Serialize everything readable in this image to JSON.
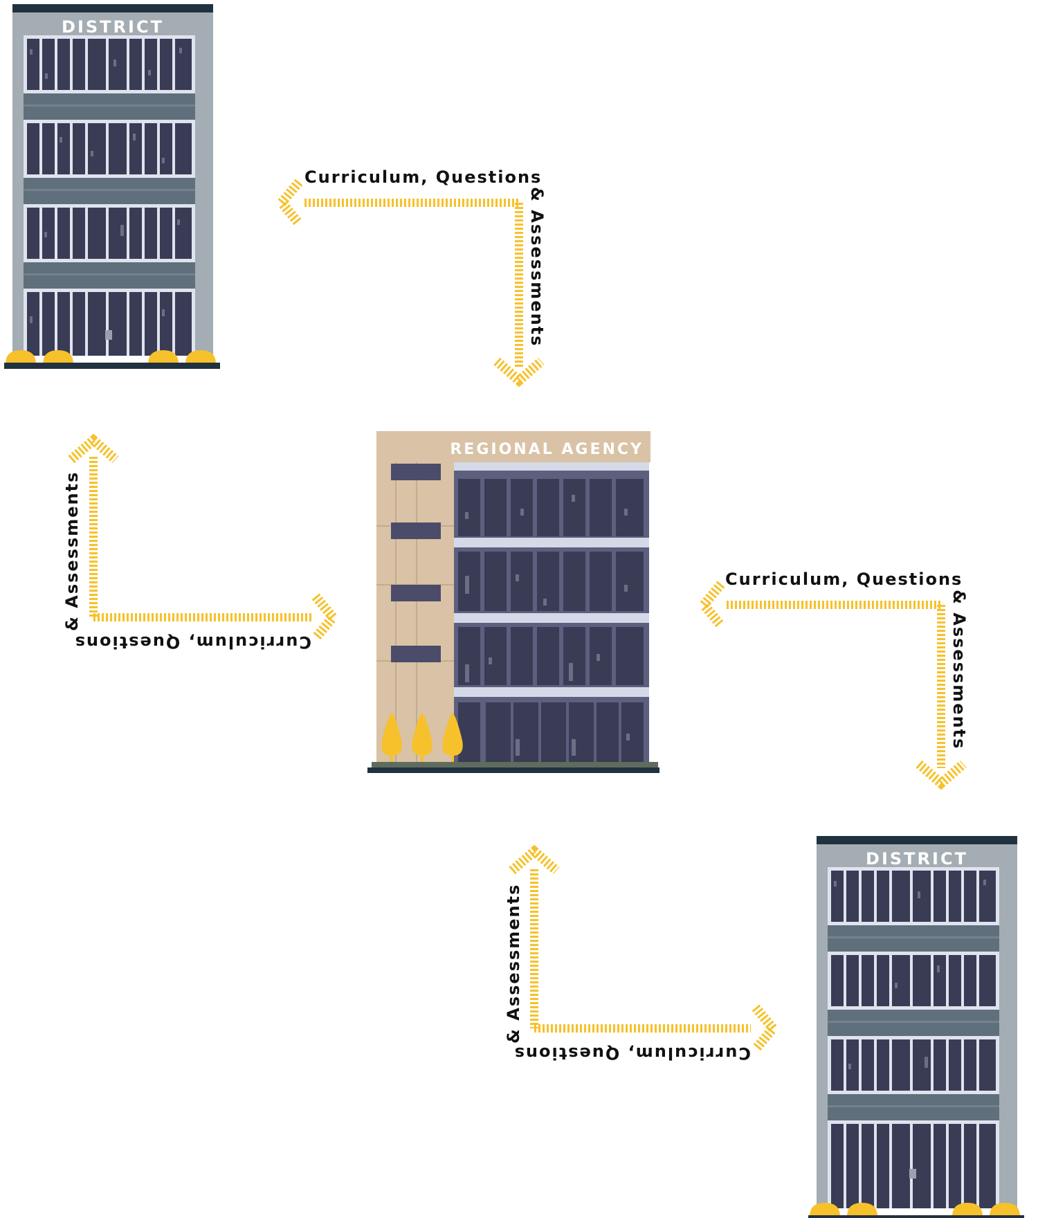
{
  "nodes": {
    "district_top": {
      "label": "DISTRICT"
    },
    "regional": {
      "label": "REGIONAL AGENCY"
    },
    "district_bottom": {
      "label": "DISTRICT"
    }
  },
  "flows": {
    "line1": "Curriculum, Questions",
    "line2": "& Assessments"
  },
  "colors": {
    "arrow": "#f6c12b",
    "district_wall": "#a3adb3",
    "district_band": "#5f6f7c",
    "window": "#3a3b55",
    "agency_tan": "#d9c2a6",
    "agency_slab": "#d4d9e8",
    "bush": "#f6c12b",
    "base": "#20313f"
  }
}
